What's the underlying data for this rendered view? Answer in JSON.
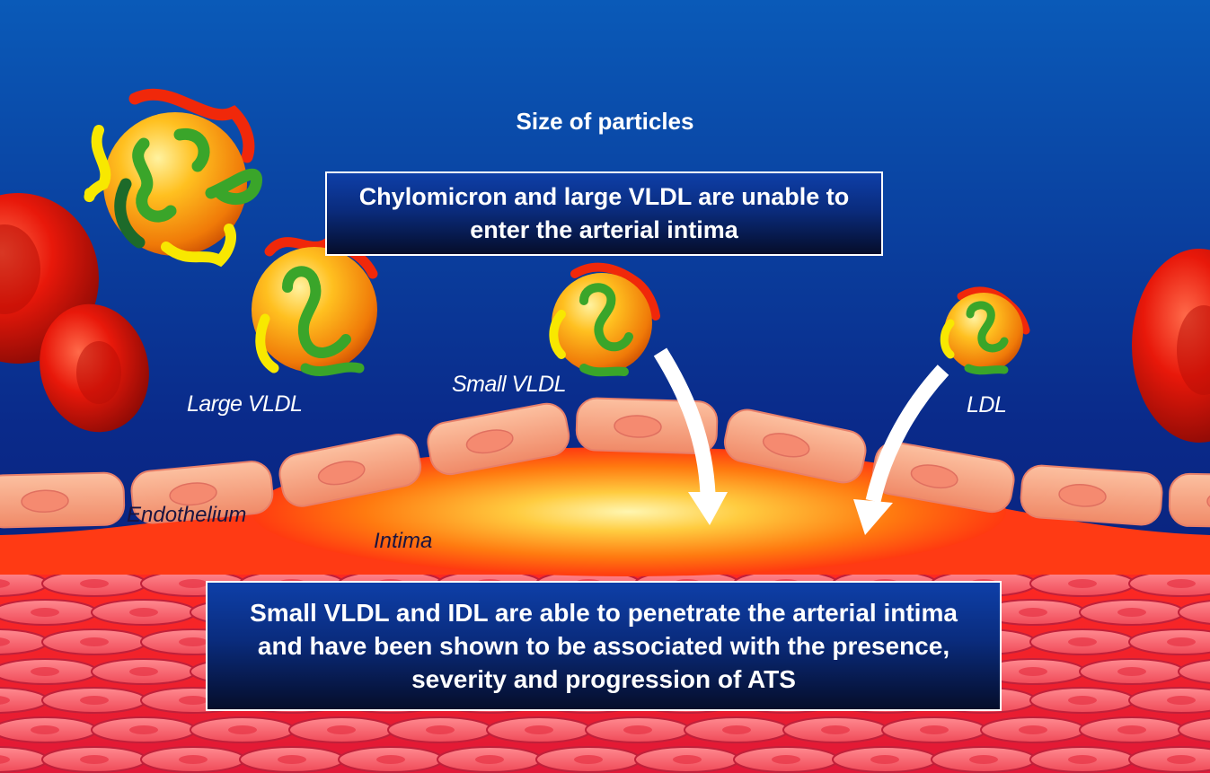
{
  "title": "Size of particles",
  "particles": {
    "large_vldl": "Large VLDL",
    "small_vldl": "Small VLDL",
    "ldl": "LDL"
  },
  "layers": {
    "endothelium": "Endothelium",
    "intima": "Intima"
  },
  "callouts": {
    "top": "Chylomicron and large VLDL are unable to enter the arterial intima",
    "bottom": "Small  VLDL and IDL are able to penetrate the arterial intima and have been shown to be associated with the presence, severity and progression of ATS"
  },
  "colors": {
    "background_top": "#0a5ab8",
    "background_bottom": "#0a1a6e",
    "red_cell": "#e8180a",
    "particle_core": "#f4a010",
    "apoprotein_green": "#3aa52a",
    "apoprotein_yellow": "#f8e800",
    "endothelium_cell": "#f5a07a",
    "intima_glow": "#ffe060",
    "media_red": "#e8283a"
  },
  "icons": [
    "chylomicron-particle",
    "large-vldl-particle",
    "small-vldl-particle",
    "ldl-particle",
    "red-blood-cell",
    "entry-arrow"
  ]
}
